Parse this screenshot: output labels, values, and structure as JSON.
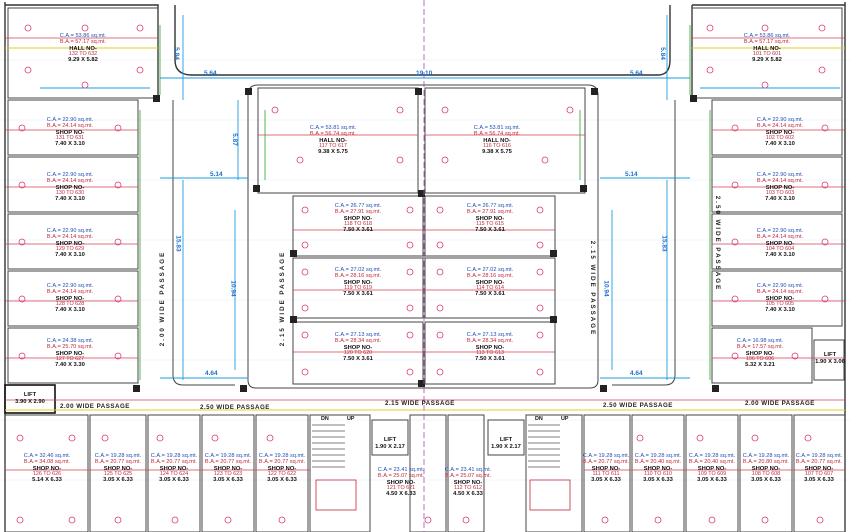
{
  "dims": {
    "top_width": "19.10",
    "left_span": "5.64",
    "right_span": "5.64",
    "left_vertical": "5.84",
    "right_vertical": "5.84",
    "inner_left_vertical": "5.87",
    "left_mid": "5.14",
    "right_mid": "5.14",
    "left_long": "15.83",
    "right_long": "15.83",
    "left_inner_long": "10.94",
    "right_inner_long": "10.94",
    "left_bottom": "4.64",
    "right_bottom": "4.64"
  },
  "passages": {
    "left_vertical": "2.00 WIDE PASSAGE",
    "inner_left": "2.15 WIDE PASSAGE",
    "inner_right": "2.15 WIDE PASSAGE",
    "right_vertical": "2.50 WIDE PASSAGE",
    "bottom_left_a": "2.00 WIDE PASSAGE",
    "bottom_left_b": "2.50 WIDE PASSAGE",
    "bottom_center": "2.15 WIDE PASSAGE",
    "bottom_right_a": "2.50 WIDE PASSAGE",
    "bottom_right_b": "2.00 WIDE PASSAGE"
  },
  "lifts": {
    "left": {
      "label": "LIFT",
      "size": "3.90 X 2.90"
    },
    "right": {
      "label": "LIFT",
      "size": "1.90 X 3.06"
    },
    "center_left": {
      "label": "LIFT",
      "size": "1.90 X 2.17"
    },
    "center_right": {
      "label": "LIFT",
      "size": "1.90 X 2.17"
    }
  },
  "tags": {
    "dn_left": "DN",
    "up_left": "UP",
    "dn_right": "DN",
    "up_right": "UP"
  },
  "units": [
    {
      "id": "hall-left",
      "ca": "C.A.= 53.86 sq.mt.",
      "ba": "B.A.= 57.17 sq.mt.",
      "name": "HALL NO-",
      "no": "132 TO 632",
      "size": "9.29 X 5.82"
    },
    {
      "id": "hall-right",
      "ca": "C.A.= 53.86 sq.mt.",
      "ba": "B.A.= 57.17 sq.mt.",
      "name": "HALL NO-",
      "no": "101 TO 601",
      "size": "9.29 X 5.82"
    },
    {
      "id": "hall-center-left",
      "ca": "C.A.= 53.81 sq.mt.",
      "ba": "B.A.= 56.74 sq.mt.",
      "name": "HALL NO-",
      "no": "117 TO 617",
      "size": "9.38 X 5.75"
    },
    {
      "id": "hall-center-right",
      "ca": "C.A.= 53.81 sq.mt.",
      "ba": "B.A.= 56.74 sq.mt.",
      "name": "HALL NO-",
      "no": "116 TO 616",
      "size": "9.38 X 5.75"
    },
    {
      "id": "shop-131",
      "ca": "C.A.= 22.90 sq.mt.",
      "ba": "B.A.= 24.14 sq.mt.",
      "name": "SHOP NO-",
      "no": "131 TO 631",
      "size": "7.40 X 3.10"
    },
    {
      "id": "shop-130",
      "ca": "C.A.= 22.90 sq.mt.",
      "ba": "B.A.= 24.14 sq.mt.",
      "name": "SHOP NO-",
      "no": "130 TO 630",
      "size": "7.40 X 3.10"
    },
    {
      "id": "shop-129",
      "ca": "C.A.= 22.90 sq.mt.",
      "ba": "B.A.= 24.14 sq.mt.",
      "name": "SHOP NO-",
      "no": "129 TO 629",
      "size": "7.40 X 3.10"
    },
    {
      "id": "shop-128",
      "ca": "C.A.= 22.90 sq.mt.",
      "ba": "B.A.= 24.14 sq.mt.",
      "name": "SHOP NO-",
      "no": "128 TO 628",
      "size": "7.40 X 3.10"
    },
    {
      "id": "shop-127",
      "ca": "C.A.= 24.38 sq.mt.",
      "ba": "B.A.= 25.70 sq.mt.",
      "name": "SHOP NO-",
      "no": "127 TO 627",
      "size": "7.40 X 3.30"
    },
    {
      "id": "shop-102",
      "ca": "C.A.= 22.90 sq.mt.",
      "ba": "B.A.= 24.14 sq.mt.",
      "name": "SHOP NO-",
      "no": "102 TO 602",
      "size": "7.40 X 3.10"
    },
    {
      "id": "shop-103",
      "ca": "C.A.= 22.90 sq.mt.",
      "ba": "B.A.= 24.14 sq.mt.",
      "name": "SHOP NO-",
      "no": "103 TO 603",
      "size": "7.40 X 3.10"
    },
    {
      "id": "shop-104",
      "ca": "C.A.= 22.90 sq.mt.",
      "ba": "B.A.= 24.14 sq.mt.",
      "name": "SHOP NO-",
      "no": "104 TO 604",
      "size": "7.40 X 3.10"
    },
    {
      "id": "shop-105",
      "ca": "C.A.= 22.90 sq.mt.",
      "ba": "B.A.= 24.14 sq.mt.",
      "name": "SHOP NO-",
      "no": "105 TO 605",
      "size": "7.40 X 3.10"
    },
    {
      "id": "shop-106",
      "ca": "C.A.= 16.98 sq.mt.",
      "ba": "B.A.= 17.57 sq.mt.",
      "name": "SHOP NO-",
      "no": "106 TO 606",
      "size": "5.32 X 3.21"
    },
    {
      "id": "shop-118",
      "ca": "C.A.= 26.77 sq.mt.",
      "ba": "B.A.= 27.91 sq.mt.",
      "name": "SHOP NO-",
      "no": "118 TO 618",
      "size": "7.50 X 3.61"
    },
    {
      "id": "shop-115",
      "ca": "C.A.= 26.77 sq.mt.",
      "ba": "B.A.= 27.91 sq.mt.",
      "name": "SHOP NO-",
      "no": "115 TO 615",
      "size": "7.50 X 3.61"
    },
    {
      "id": "shop-119",
      "ca": "C.A.= 27.02 sq.mt.",
      "ba": "B.A.= 28.16 sq.mt.",
      "name": "SHOP NO-",
      "no": "119 TO 619",
      "size": "7.50 X 3.61"
    },
    {
      "id": "shop-114",
      "ca": "C.A.= 27.02 sq.mt.",
      "ba": "B.A.= 28.16 sq.mt.",
      "name": "SHOP NO-",
      "no": "114 TO 614",
      "size": "7.50 X 3.61"
    },
    {
      "id": "shop-120",
      "ca": "C.A.= 27.13 sq.mt.",
      "ba": "B.A.= 28.34 sq.mt.",
      "name": "SHOP NO-",
      "no": "120 TO 620",
      "size": "7.50 X 3.61"
    },
    {
      "id": "shop-113",
      "ca": "C.A.= 27.13 sq.mt.",
      "ba": "B.A.= 28.34 sq.mt.",
      "name": "SHOP NO-",
      "no": "113 TO 613",
      "size": "7.50 X 3.61"
    },
    {
      "id": "shop-126",
      "ca": "C.A.= 32.46 sq.mt.",
      "ba": "B.A.= 34.08 sq.mt.",
      "name": "SHOP NO-",
      "no": "126 TO 626",
      "size": "5.14 X 6.33"
    },
    {
      "id": "shop-125",
      "ca": "C.A.= 19.28 sq.mt.",
      "ba": "B.A.= 20.77 sq.mt.",
      "name": "SHOP NO-",
      "no": "125 TO 625",
      "size": "3.05 X 6.33"
    },
    {
      "id": "shop-124",
      "ca": "C.A.= 19.28 sq.mt.",
      "ba": "B.A.= 20.77 sq.mt.",
      "name": "SHOP NO-",
      "no": "124 TO 624",
      "size": "3.05 X 6.33"
    },
    {
      "id": "shop-123",
      "ca": "C.A.= 19.28 sq.mt.",
      "ba": "B.A.= 20.77 sq.mt.",
      "name": "SHOP NO-",
      "no": "123 TO 623",
      "size": "3.05 X 6.33"
    },
    {
      "id": "shop-122",
      "ca": "C.A.= 19.28 sq.mt.",
      "ba": "B.A.= 20.77 sq.mt.",
      "name": "SHOP NO-",
      "no": "122 TO 622",
      "size": "3.05 X 6.33"
    },
    {
      "id": "shop-121",
      "ca": "C.A.= 23.41 sq.mt.",
      "ba": "B.A.= 25.07 sq.mt.",
      "name": "SHOP NO-",
      "no": "121 TO 621",
      "size": "4.50 X 6.33"
    },
    {
      "id": "shop-112",
      "ca": "C.A.= 23.41 sq.mt.",
      "ba": "B.A.= 25.07 sq.mt.",
      "name": "SHOP NO-",
      "no": "112 TO 612",
      "size": "4.50 X 6.33"
    },
    {
      "id": "shop-111",
      "ca": "C.A.= 19.28 sq.mt.",
      "ba": "B.A.= 20.77 sq.mt.",
      "name": "SHOP NO-",
      "no": "111 TO 611",
      "size": "3.05 X 6.33"
    },
    {
      "id": "shop-110",
      "ca": "C.A.= 19.28 sq.mt.",
      "ba": "B.A.= 20.40 sq.mt.",
      "name": "SHOP NO-",
      "no": "110 TO 610",
      "size": "3.05 X 6.33"
    },
    {
      "id": "shop-109",
      "ca": "C.A.= 19.28 sq.mt.",
      "ba": "B.A.= 20.40 sq.mt.",
      "name": "SHOP NO-",
      "no": "109 TO 609",
      "size": "3.05 X 6.33"
    },
    {
      "id": "shop-108",
      "ca": "C.A.= 19.28 sq.mt.",
      "ba": "B.A.= 20.80 sq.mt.",
      "name": "SHOP NO-",
      "no": "108 TO 608",
      "size": "3.05 X 6.33"
    },
    {
      "id": "shop-107",
      "ca": "C.A.= 19.28 sq.mt.",
      "ba": "B.A.= 20.77 sq.mt.",
      "name": "SHOP NO-",
      "no": "107 TO 607",
      "size": "3.05 X 6.33"
    }
  ]
}
